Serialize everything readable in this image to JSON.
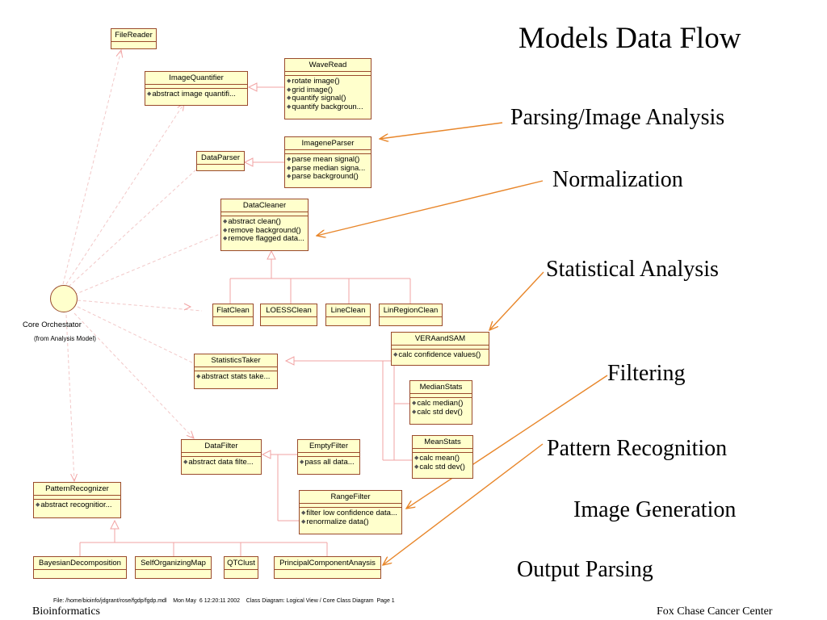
{
  "slide": {
    "title": "Models Data Flow",
    "labels": {
      "parsing": "Parsing/Image Analysis",
      "normalization": "Normalization",
      "statistical": "Statistical Analysis",
      "filtering": "Filtering",
      "pattern": "Pattern Recognition",
      "image_generation": "Image Generation",
      "output": "Output Parsing"
    },
    "footer_left": "Bioinformatics",
    "footer_right": "Fox Chase Cancer Center",
    "file_line": "File: /home/bioinfo/jdgrant/rose/fgdp/fgdp.mdl    Mon May  6 12:20:11 2002    Class Diagram: Logical View / Core Class Diagram  Page 1"
  },
  "actor": {
    "name": "Core Orchestator",
    "from": "(from Analysis Model)"
  },
  "classes": {
    "filereader": {
      "name": "FileReader",
      "ops": []
    },
    "imagequantifier": {
      "name": "ImageQuantifier",
      "ops": [
        "abstract image quantifi..."
      ]
    },
    "waveread": {
      "name": "WaveRead",
      "ops": [
        "rotate image()",
        "grid image()",
        "quantify signal()",
        "quantify backgroun..."
      ]
    },
    "dataparser": {
      "name": "DataParser",
      "ops": []
    },
    "imageneparser": {
      "name": "ImageneParser",
      "ops": [
        "parse mean signal()",
        "parse median signa...",
        "parse background()"
      ]
    },
    "datacleaner": {
      "name": "DataCleaner",
      "ops": [
        "abstract clean()",
        "remove background()",
        "remove flagged data..."
      ]
    },
    "flatclean": {
      "name": "FlatClean",
      "ops": []
    },
    "loessclean": {
      "name": "LOESSClean",
      "ops": []
    },
    "lineclean": {
      "name": "LineClean",
      "ops": []
    },
    "linregionclean": {
      "name": "LinRegionClean",
      "ops": []
    },
    "veraandsam": {
      "name": "VERAandSAM",
      "ops": [
        "calc confidence values()"
      ]
    },
    "statisticstaker": {
      "name": "StatisticsTaker",
      "ops": [
        "abstract stats take..."
      ]
    },
    "medianstats": {
      "name": "MedianStats",
      "ops": [
        "calc median()",
        "calc std dev()"
      ]
    },
    "meanstats": {
      "name": "MeanStats",
      "ops": [
        "calc mean()",
        "calc std dev()"
      ]
    },
    "datafilter": {
      "name": "DataFilter",
      "ops": [
        "abstract data filte..."
      ]
    },
    "emptyfilter": {
      "name": "EmptyFilter",
      "ops": [
        "pass all data..."
      ]
    },
    "rangefilter": {
      "name": "RangeFilter",
      "ops": [
        "filter low confidence data...",
        "renormalize data()"
      ]
    },
    "patternrecognizer": {
      "name": "PatternRecognizer",
      "ops": [
        "abstract recognitior..."
      ]
    },
    "bayesian": {
      "name": "BayesianDecomposition",
      "ops": []
    },
    "som": {
      "name": "SelfOrganizingMap",
      "ops": []
    },
    "qtclust": {
      "name": "QTClust",
      "ops": []
    },
    "pca": {
      "name": "PrincipalComponentAnaysis",
      "ops": []
    }
  }
}
